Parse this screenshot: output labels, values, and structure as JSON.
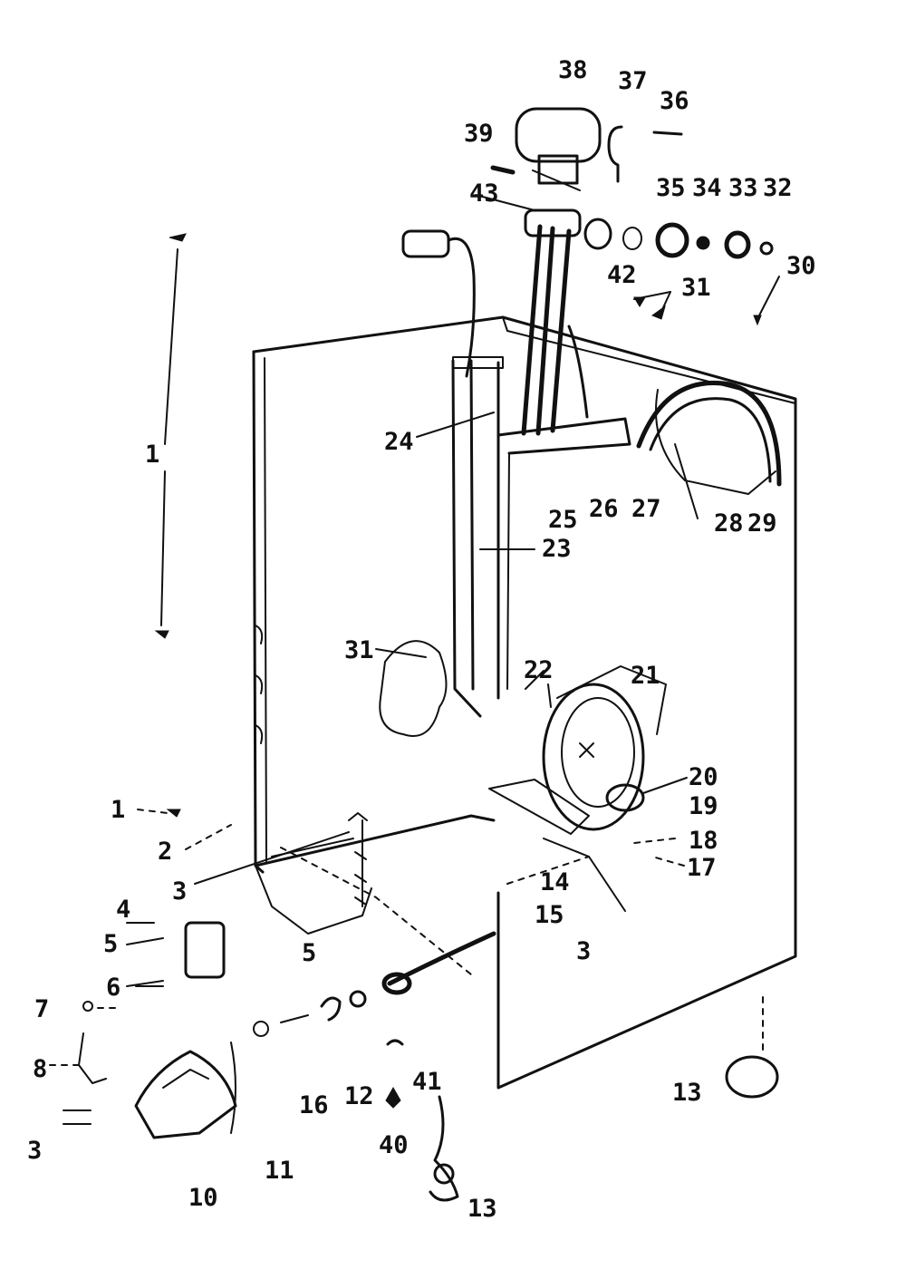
{
  "callouts": [
    {
      "id": "c1a",
      "text": "1"
    },
    {
      "id": "c1b",
      "text": "1"
    },
    {
      "id": "c2",
      "text": "2"
    },
    {
      "id": "c3a",
      "text": "3"
    },
    {
      "id": "c3b",
      "text": "3"
    },
    {
      "id": "c3c",
      "text": "3"
    },
    {
      "id": "c4",
      "text": "4"
    },
    {
      "id": "c5a",
      "text": "5"
    },
    {
      "id": "c5b",
      "text": "5"
    },
    {
      "id": "c6",
      "text": "6"
    },
    {
      "id": "c7",
      "text": "7"
    },
    {
      "id": "c8",
      "text": "8"
    },
    {
      "id": "c10",
      "text": "10"
    },
    {
      "id": "c11",
      "text": "11"
    },
    {
      "id": "c12",
      "text": "12"
    },
    {
      "id": "c13a",
      "text": "13"
    },
    {
      "id": "c13b",
      "text": "13"
    },
    {
      "id": "c14",
      "text": "14"
    },
    {
      "id": "c15",
      "text": "15"
    },
    {
      "id": "c16",
      "text": "16"
    },
    {
      "id": "c17",
      "text": "17"
    },
    {
      "id": "c18",
      "text": "18"
    },
    {
      "id": "c19",
      "text": "19"
    },
    {
      "id": "c20",
      "text": "20"
    },
    {
      "id": "c21",
      "text": "21"
    },
    {
      "id": "c22",
      "text": "22"
    },
    {
      "id": "c23",
      "text": "23"
    },
    {
      "id": "c24",
      "text": "24"
    },
    {
      "id": "c25",
      "text": "25"
    },
    {
      "id": "c26",
      "text": "26"
    },
    {
      "id": "c27",
      "text": "27"
    },
    {
      "id": "c28",
      "text": "28"
    },
    {
      "id": "c29",
      "text": "29"
    },
    {
      "id": "c30",
      "text": "30"
    },
    {
      "id": "c31a",
      "text": "31"
    },
    {
      "id": "c31b",
      "text": "31"
    },
    {
      "id": "c32",
      "text": "32"
    },
    {
      "id": "c33",
      "text": "33"
    },
    {
      "id": "c34",
      "text": "34"
    },
    {
      "id": "c35",
      "text": "35"
    },
    {
      "id": "c36",
      "text": "36"
    },
    {
      "id": "c37",
      "text": "37"
    },
    {
      "id": "c38",
      "text": "38"
    },
    {
      "id": "c39",
      "text": "39"
    },
    {
      "id": "c40",
      "text": "40"
    },
    {
      "id": "c41",
      "text": "41"
    },
    {
      "id": "c42",
      "text": "42"
    },
    {
      "id": "c43",
      "text": "43"
    }
  ]
}
